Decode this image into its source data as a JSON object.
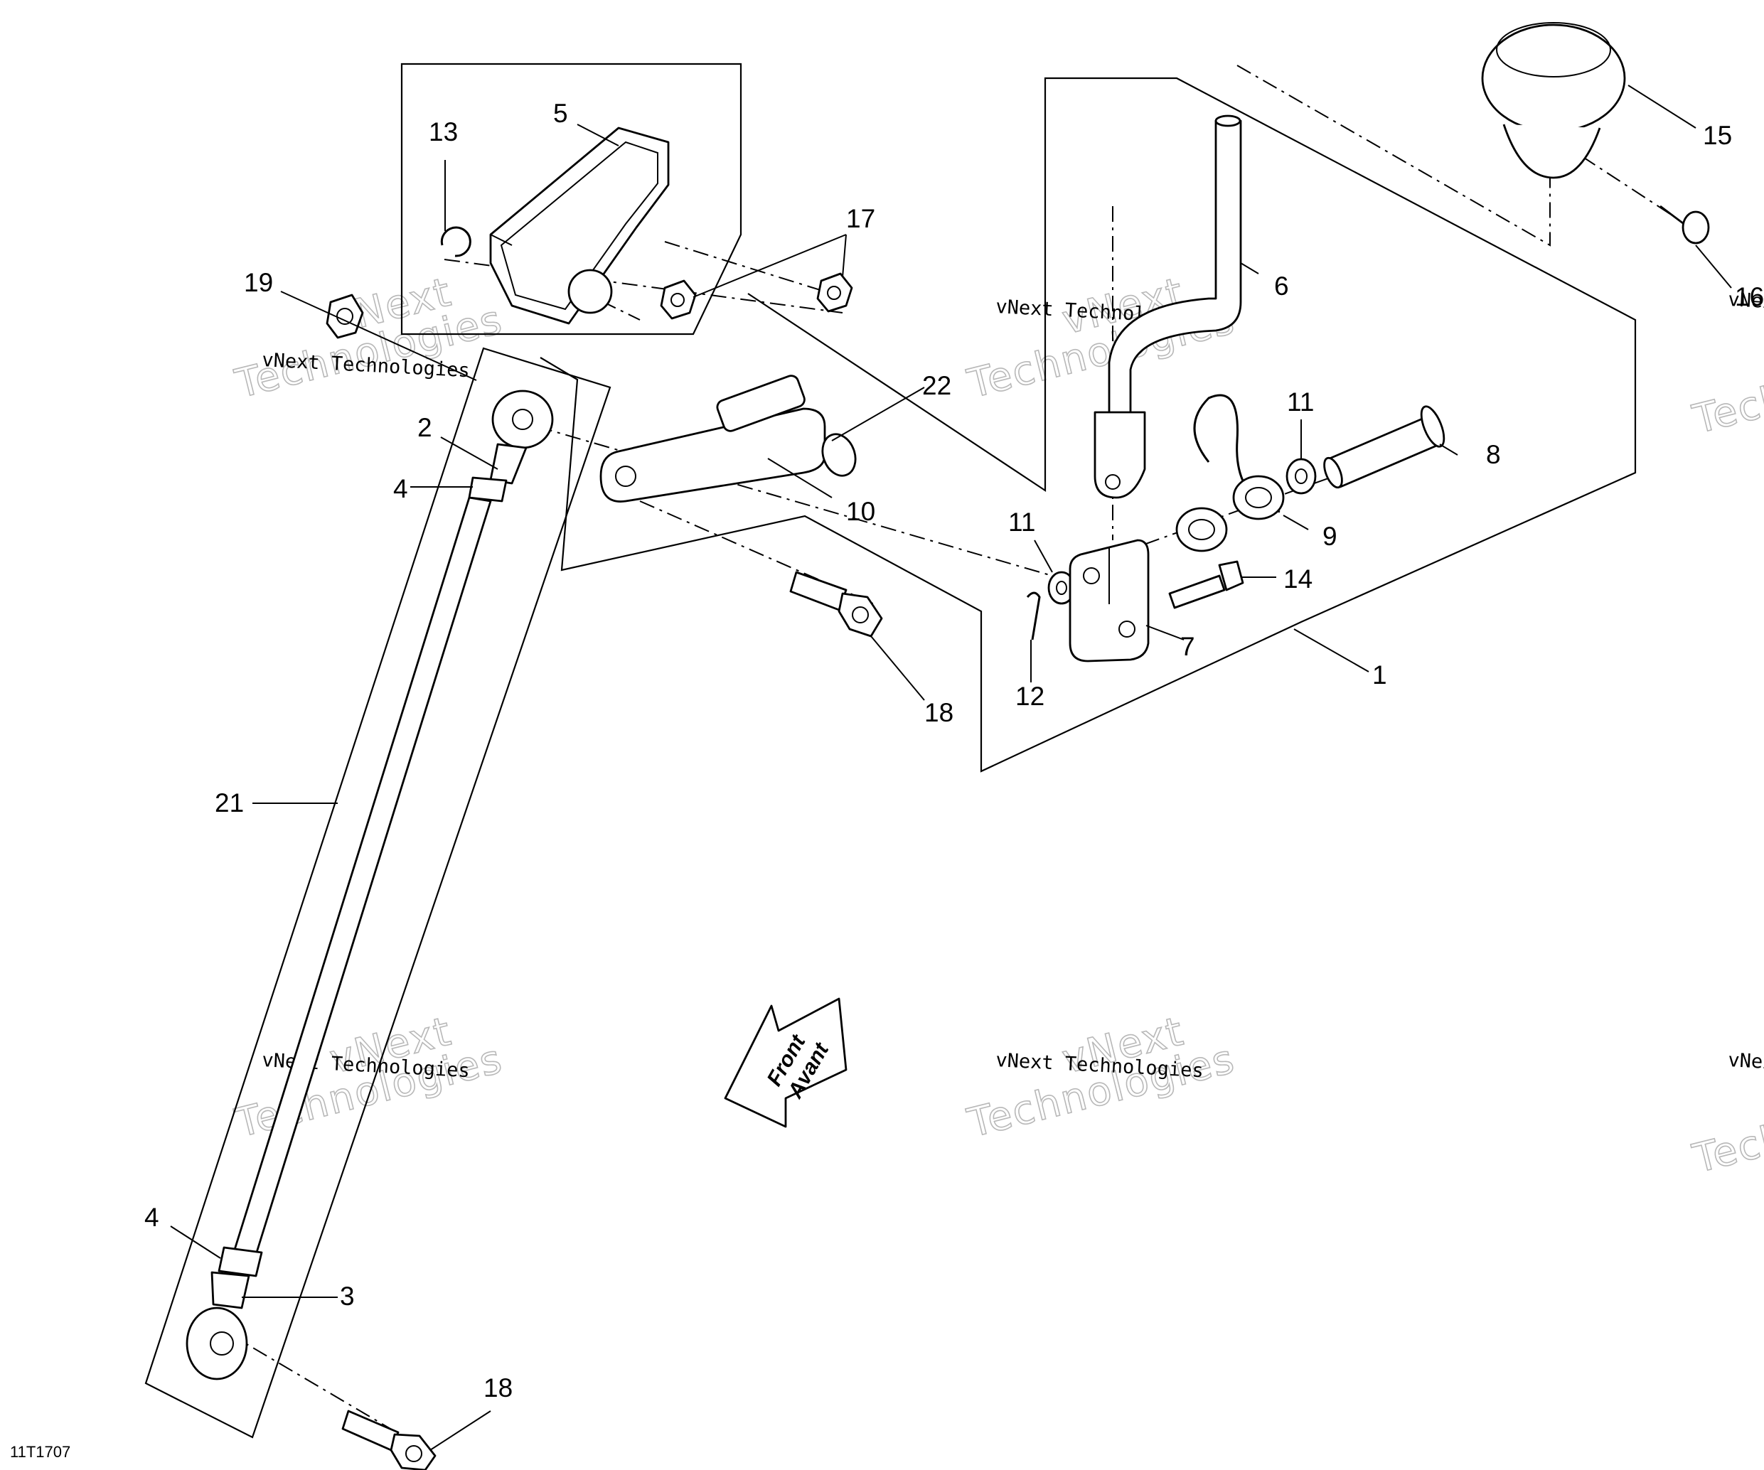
{
  "diagram_code": "11T1707",
  "direction_arrow": {
    "line1": "Front",
    "line2": "Avant"
  },
  "watermark": {
    "small": "vNext Technologies",
    "big_top": "vNext",
    "big_bottom": "Technologies"
  },
  "callouts": [
    {
      "id": "c-13",
      "text": "13"
    },
    {
      "id": "c-5",
      "text": "5"
    },
    {
      "id": "c-17",
      "text": "17"
    },
    {
      "id": "c-19",
      "text": "19"
    },
    {
      "id": "c-22",
      "text": "22"
    },
    {
      "id": "c-2",
      "text": "2"
    },
    {
      "id": "c-4a",
      "text": "4"
    },
    {
      "id": "c-10a",
      "text": "10"
    },
    {
      "id": "c-6",
      "text": "6"
    },
    {
      "id": "c-15",
      "text": "15"
    },
    {
      "id": "c-16",
      "text": "16"
    },
    {
      "id": "c-11a",
      "text": "11"
    },
    {
      "id": "c-8",
      "text": "8"
    },
    {
      "id": "c-9",
      "text": "9"
    },
    {
      "id": "c-11b",
      "text": "11"
    },
    {
      "id": "c-14",
      "text": "14"
    },
    {
      "id": "c-7",
      "text": "7"
    },
    {
      "id": "c-1",
      "text": "1"
    },
    {
      "id": "c-12",
      "text": "12"
    },
    {
      "id": "c-18a",
      "text": "18"
    },
    {
      "id": "c-21",
      "text": "21"
    },
    {
      "id": "c-4b",
      "text": "4"
    },
    {
      "id": "c-3",
      "text": "3"
    },
    {
      "id": "c-18b",
      "text": "18"
    }
  ]
}
